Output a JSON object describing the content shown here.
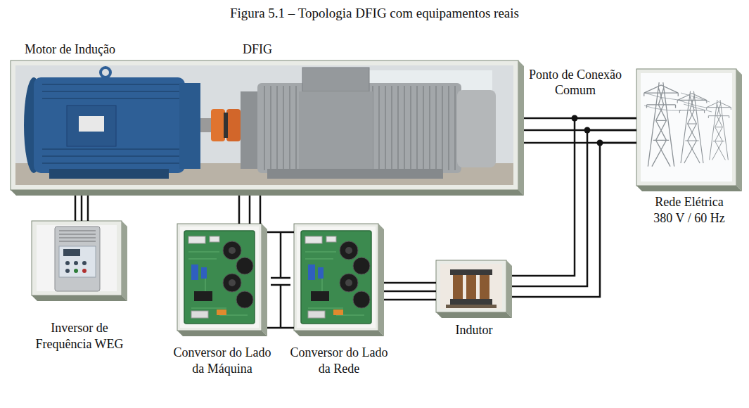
{
  "diagram": {
    "title": "Figura 5.1 – Topologia DFIG com equipamentos reais",
    "nodes": [
      {
        "text": [
          "Motor de Indução",
          "DFIG"
        ]
      },
      {
        "text": [
          "Inversor de Frequência WEG"
        ]
      },
      {
        "text": [
          "Conversor do Lado da Máquina"
        ]
      },
      {
        "text": [
          "Conversor do Lado da Rede"
        ]
      },
      {
        "text": [
          "Indutor"
        ]
      },
      {
        "text": [
          "Rede Elétrica 380 V / 60 Hz"
        ]
      }
    ],
    "edges": [
      {
        "from": 0,
        "to": 5,
        "arrow": "none"
      },
      {
        "from": 0,
        "to": 1,
        "arrow": "none"
      },
      {
        "from": 0,
        "to": 2,
        "arrow": "none"
      },
      {
        "from": 2,
        "to": 3,
        "arrow": "none"
      },
      {
        "from": 3,
        "to": 4,
        "arrow": "none"
      },
      {
        "from": 4,
        "to": 5,
        "arrow": "none"
      }
    ],
    "labels": [
      "Ponto de Conexão Comum"
    ]
  }
}
